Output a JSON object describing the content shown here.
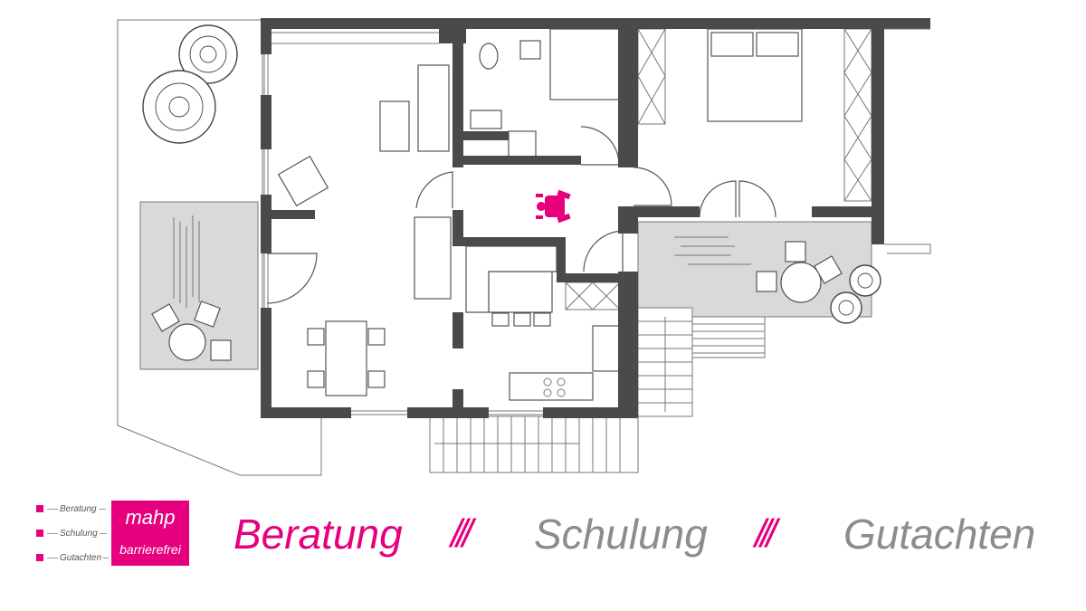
{
  "footer": {
    "logo": {
      "brand": "mahp",
      "tagline": "barrierefrei",
      "items": [
        "Beratung",
        "Schulung",
        "Gutachten"
      ]
    },
    "slogan": {
      "word1": "Beratung",
      "word2": "Schulung",
      "word3": "Gutachten",
      "separator": "///"
    }
  },
  "colors": {
    "accent": "#e6007e",
    "wall": "#4a4a4c",
    "text_gray": "#8c8c8c",
    "terrace": "#d9d9d9"
  }
}
